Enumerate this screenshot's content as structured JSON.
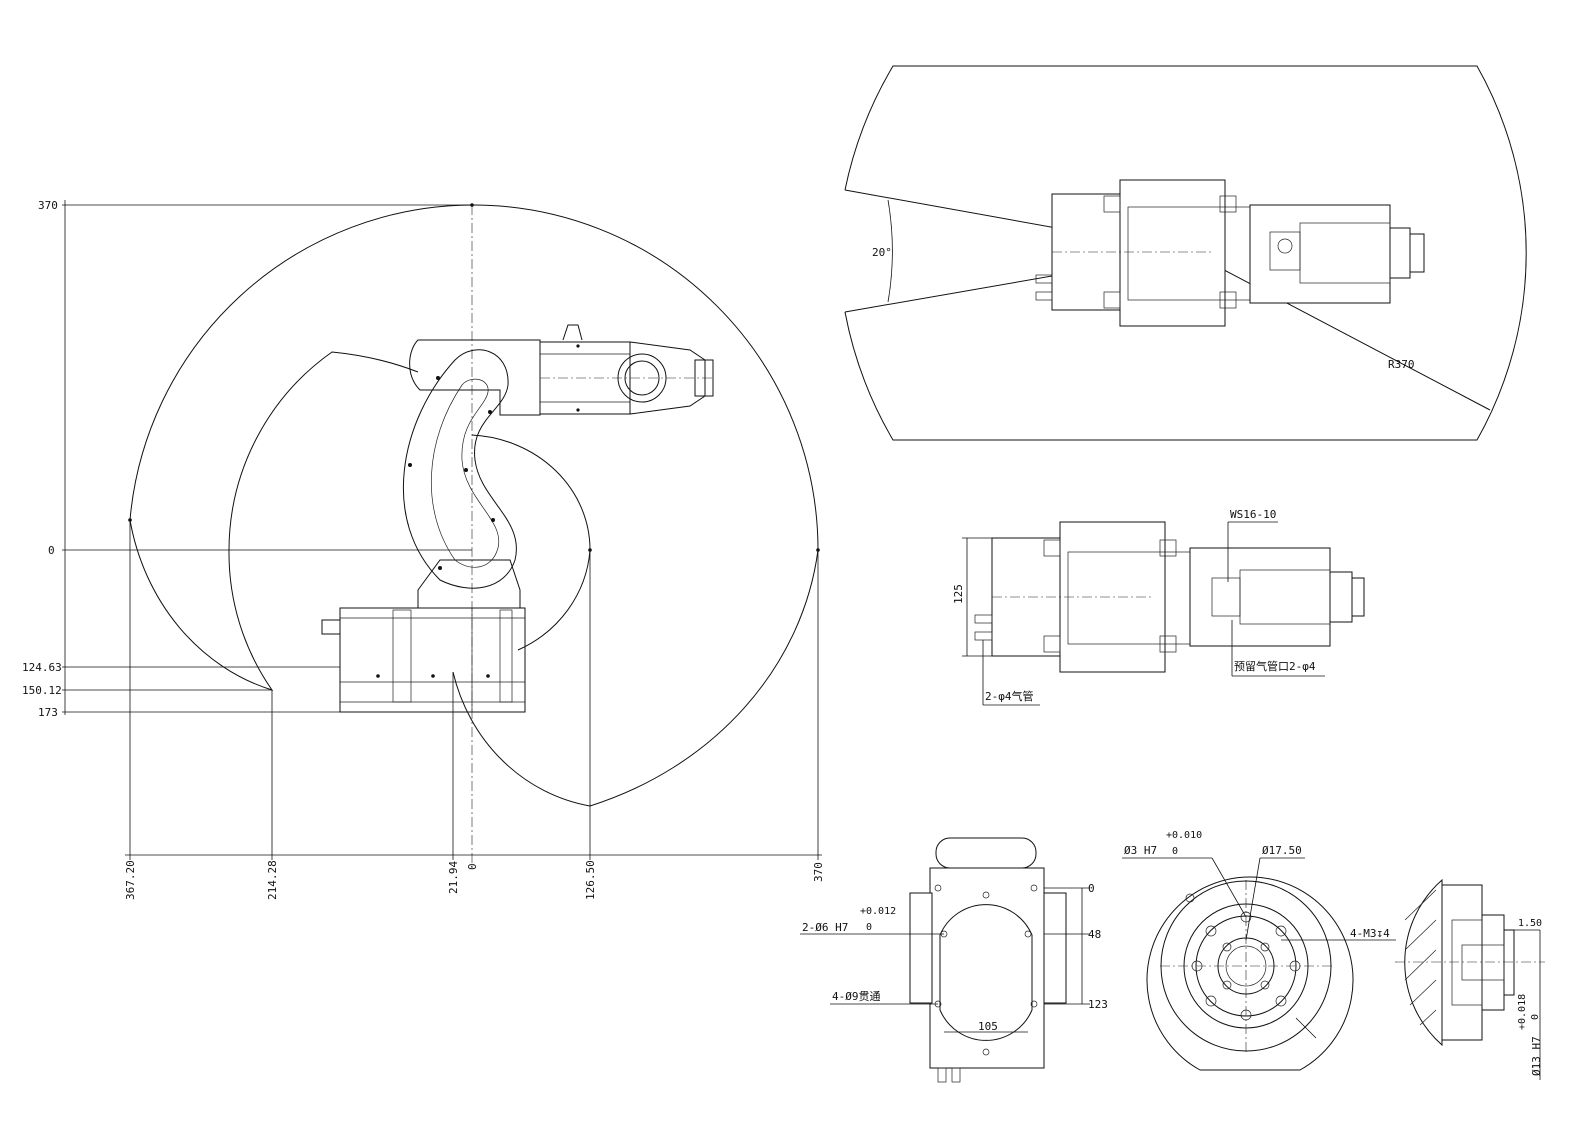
{
  "side_view": {
    "y_labels": [
      "370",
      "0",
      "124.63",
      "150.12",
      "173"
    ],
    "x_labels": [
      "367.20",
      "214.28",
      "21.94",
      "0",
      "126.50",
      "370"
    ]
  },
  "top_view": {
    "angle_label": "20°",
    "radius_label": "R370"
  },
  "mid_view": {
    "connector_label": "WS16-10",
    "height_label": "125",
    "left_note": "2-φ4气管",
    "right_note": "预留气管口2-φ4"
  },
  "front_view": {
    "dim_0": "0",
    "dim_48": "48",
    "dim_123": "123",
    "dim_105": "105",
    "note_holes_6_a": "2-Ø6 H7",
    "note_holes_6_tol_upper": "+0.012",
    "note_holes_6_tol_lower": "0",
    "note_holes_9": "4-Ø9贯通"
  },
  "flange_view": {
    "tol_upper": "+0.010",
    "note_3": "Ø3 H7",
    "note_3_lower": "0",
    "note_17": "Ø17.50",
    "note_m3": "4-M3↧4"
  },
  "section_view": {
    "dim_150": "1.50",
    "tol_upper": "+0.018",
    "tol_lower": "0",
    "note_13": "Ø13 H7"
  }
}
